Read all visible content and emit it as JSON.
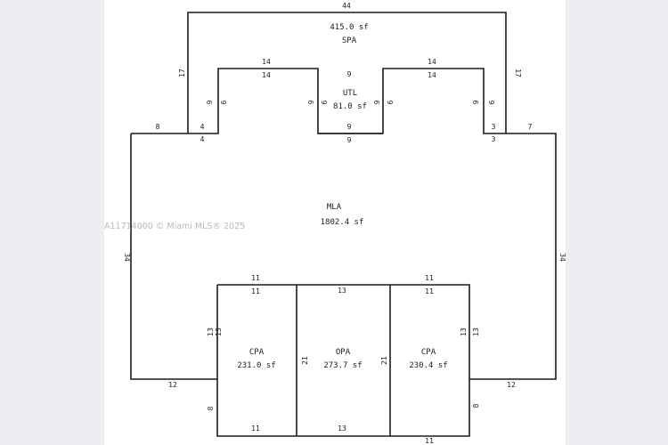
{
  "watermark": "A11714000 © Miami MLS® 2025",
  "rooms": {
    "spa": {
      "label": "SPA",
      "area": "415.0 sf"
    },
    "utl": {
      "label": "UTL",
      "area": "81.0 sf"
    },
    "mla": {
      "label": "MLA",
      "area": "1802.4 sf"
    },
    "cpa_left": {
      "label": "CPA",
      "area": "231.0 sf"
    },
    "opa": {
      "label": "OPA",
      "area": "273.7 sf"
    },
    "cpa_right": {
      "label": "CPA",
      "area": "230.4 sf"
    }
  },
  "dimensions": {
    "spa_top": "44",
    "spa_left": "17",
    "spa_right": "17",
    "spa_inner_top_left_outer": "14",
    "spa_inner_top_left_inner": "14",
    "spa_inner_top_right_outer": "14",
    "spa_inner_top_right_inner": "14",
    "spa_inner_left": "9",
    "spa_inner_right": "9",
    "utl_top": "9",
    "utl_bottom_inner": "9",
    "utl_bottom_outer": "9",
    "utl_left_outer": "9",
    "utl_left_inner": "9",
    "utl_right_inner": "9",
    "utl_right_outer": "9",
    "mla_left_top": "8",
    "mla_step_left_top": "4",
    "mla_step_left_bottom": "4",
    "spa_left_stem": "9",
    "mla_right_top": "7",
    "mla_step_right_top": "3",
    "mla_step_right_bottom": "3",
    "spa_right_stem": "9",
    "mla_left": "34",
    "mla_right": "34",
    "mla_bottom_left": "12",
    "mla_bottom_right": "12",
    "cpa_left_top_outer": "11",
    "cpa_left_top_inner": "11",
    "opa_top": "13",
    "cpa_right_top_outer": "11",
    "cpa_right_top_inner": "11",
    "cpa_left_side_outer": "13",
    "cpa_left_side_inner": "13",
    "cpa_right_side_inner": "13",
    "cpa_right_side_outer": "13",
    "opa_left": "21",
    "opa_right": "21",
    "cpa_left_lower": "8",
    "cpa_right_lower": "8",
    "cpa_left_bottom": "11",
    "opa_bottom": "13",
    "cpa_right_bottom": "11"
  }
}
